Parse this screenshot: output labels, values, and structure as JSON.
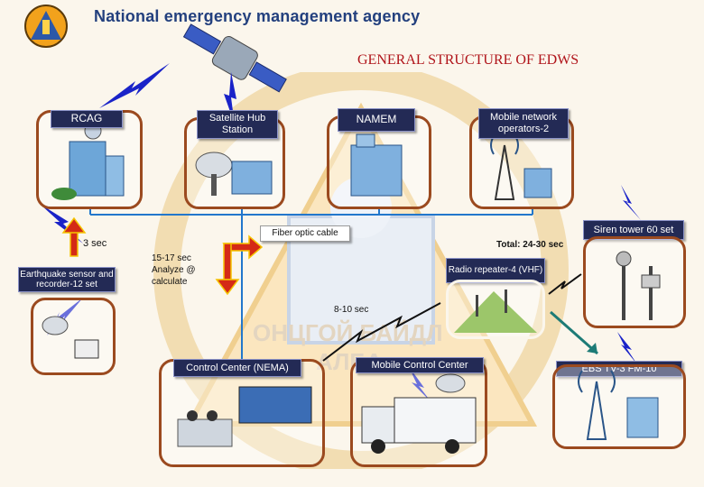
{
  "header": {
    "agency_name": "National emergency management agency"
  },
  "diagram": {
    "title": "GENERAL STRUCTURE OF EDWS",
    "nodes": {
      "rcag": "RCAG",
      "satellite_hub": "Satellite Hub Station",
      "namem": "NAMEM",
      "mobile_operators": "Mobile network operators-2",
      "fiber_cable": "Fiber optic cable",
      "siren_tower": "Siren tower 60 set",
      "earthquake_sensor": "Earthquake sensor and recorder-12 set",
      "radio_repeater": "Radio repeater-4 (VHF)",
      "control_center": "Control Center (NEMA)",
      "mobile_control": "Mobile Control Center",
      "ebs": "EBS TV-3 FM-10"
    },
    "timings": {
      "three_sec": "3 sec",
      "analyze": "15-17 sec\nAnalyze @\ncalculate",
      "total": "Total: 24-30 sec",
      "eight_ten": "8-10 sec"
    },
    "background_text": "ОНЦГОЙ БАЙДЛ АЛБА",
    "colors": {
      "frame": "#9b4a1f",
      "label_bg": "#232a55",
      "line": "#2277cc",
      "bolt": "#1a23c8",
      "arrow": "#d42a16",
      "title": "#b0141a"
    }
  }
}
